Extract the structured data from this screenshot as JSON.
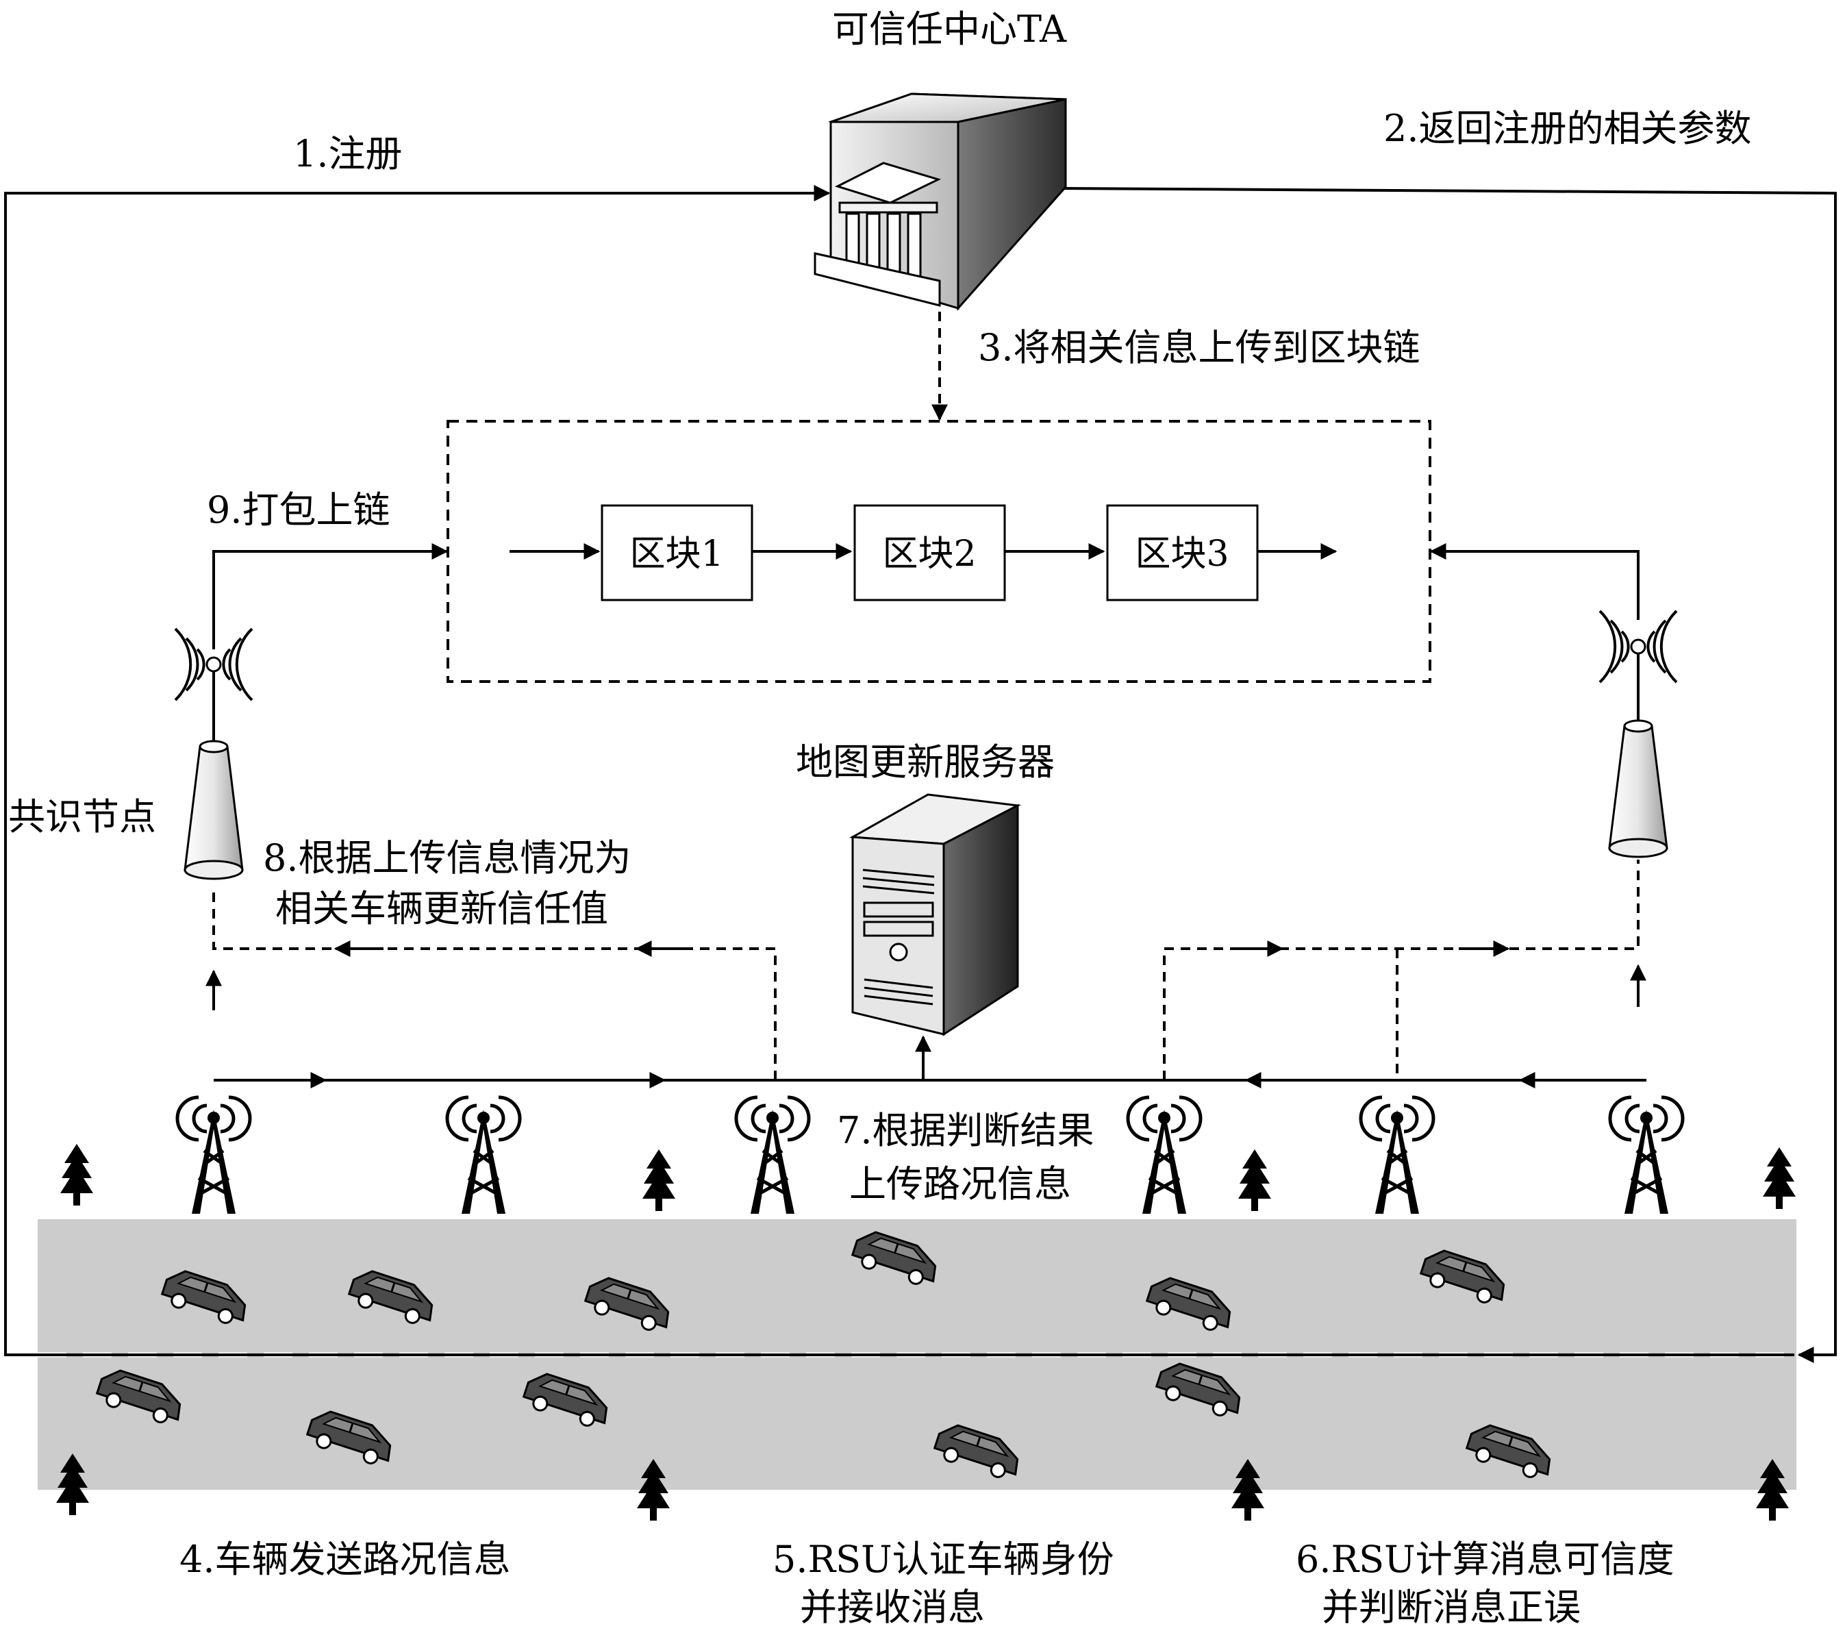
{
  "labels": {
    "ta_title": "可信任中心TA",
    "step1": "1.注册",
    "step2": "2.返回注册的相关参数",
    "step3": "3.将相关信息上传到区块链",
    "step9": "9.打包上链",
    "consensus_node": "共识节点",
    "step8_line1": "8.根据上传信息情况为",
    "step8_line2": "相关车辆更新信任值",
    "map_server": "地图更新服务器",
    "step7_line1": "7.根据判断结果",
    "step7_line2": "上传路况信息",
    "step4": "4.车辆发送路况信息",
    "step5_line1": "5.RSU认证车辆身份",
    "step5_line2": "并接收消息",
    "step6_line1": "6.RSU计算消息可信度",
    "step6_line2": "并判断消息正误"
  },
  "blocks": [
    "区块1",
    "区块2",
    "区块3"
  ],
  "colors": {
    "stroke": "#000000",
    "road": "#cccccc",
    "lane_divider": "#ffffff",
    "server_face": "#e6e6e6",
    "car": "#4a4a4a"
  },
  "icons": {
    "ta": "bank-building-cube-icon",
    "server": "tower-server-icon",
    "rsu": "radio-tower-icon",
    "consensus": "antenna-node-icon",
    "tree": "tree-icon",
    "car": "car-icon"
  }
}
